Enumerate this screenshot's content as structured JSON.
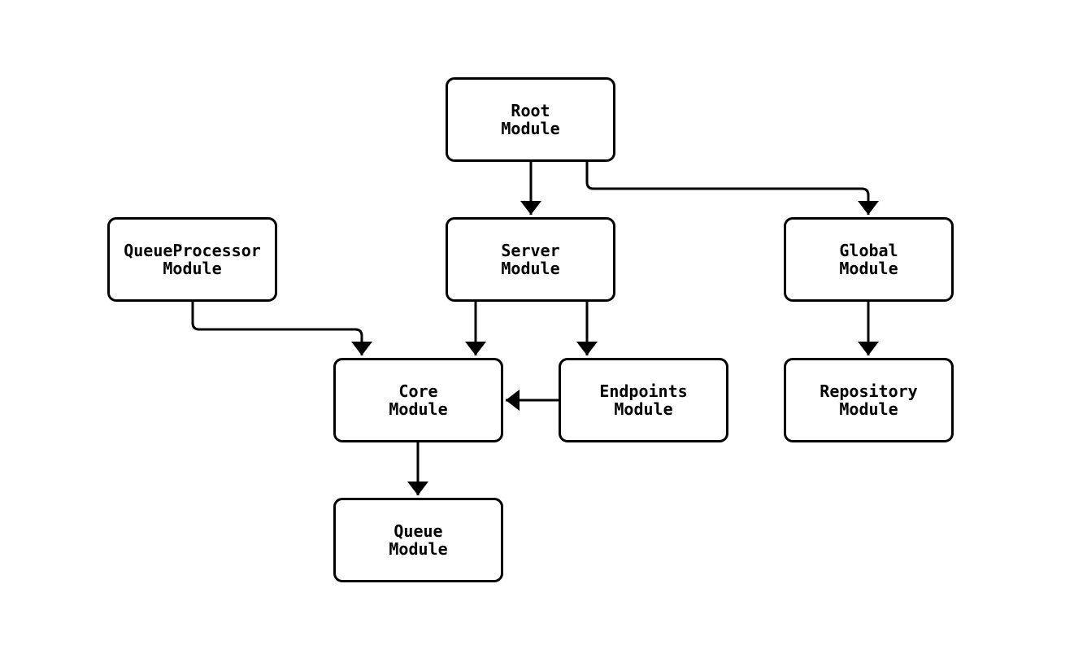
{
  "diagram": {
    "title": "module-dependency-diagram",
    "background_color": "#ffffff",
    "stroke_color": "#000000",
    "node_fill_color": "#ffffff",
    "text_color": "#000000",
    "nodes": [
      {
        "id": "root",
        "label": "Root\nModule"
      },
      {
        "id": "queueprocessor",
        "label": "QueueProcessor\nModule"
      },
      {
        "id": "server",
        "label": "Server\nModule"
      },
      {
        "id": "global",
        "label": "Global\nModule"
      },
      {
        "id": "core",
        "label": "Core\nModule"
      },
      {
        "id": "endpoints",
        "label": "Endpoints\nModule"
      },
      {
        "id": "repository",
        "label": "Repository\nModule"
      },
      {
        "id": "queue",
        "label": "Queue\nModule"
      }
    ],
    "edges": [
      {
        "from": "root",
        "to": "server"
      },
      {
        "from": "root",
        "to": "global"
      },
      {
        "from": "queueprocessor",
        "to": "core"
      },
      {
        "from": "server",
        "to": "core"
      },
      {
        "from": "server",
        "to": "endpoints"
      },
      {
        "from": "endpoints",
        "to": "core"
      },
      {
        "from": "global",
        "to": "repository"
      },
      {
        "from": "core",
        "to": "queue"
      }
    ]
  }
}
